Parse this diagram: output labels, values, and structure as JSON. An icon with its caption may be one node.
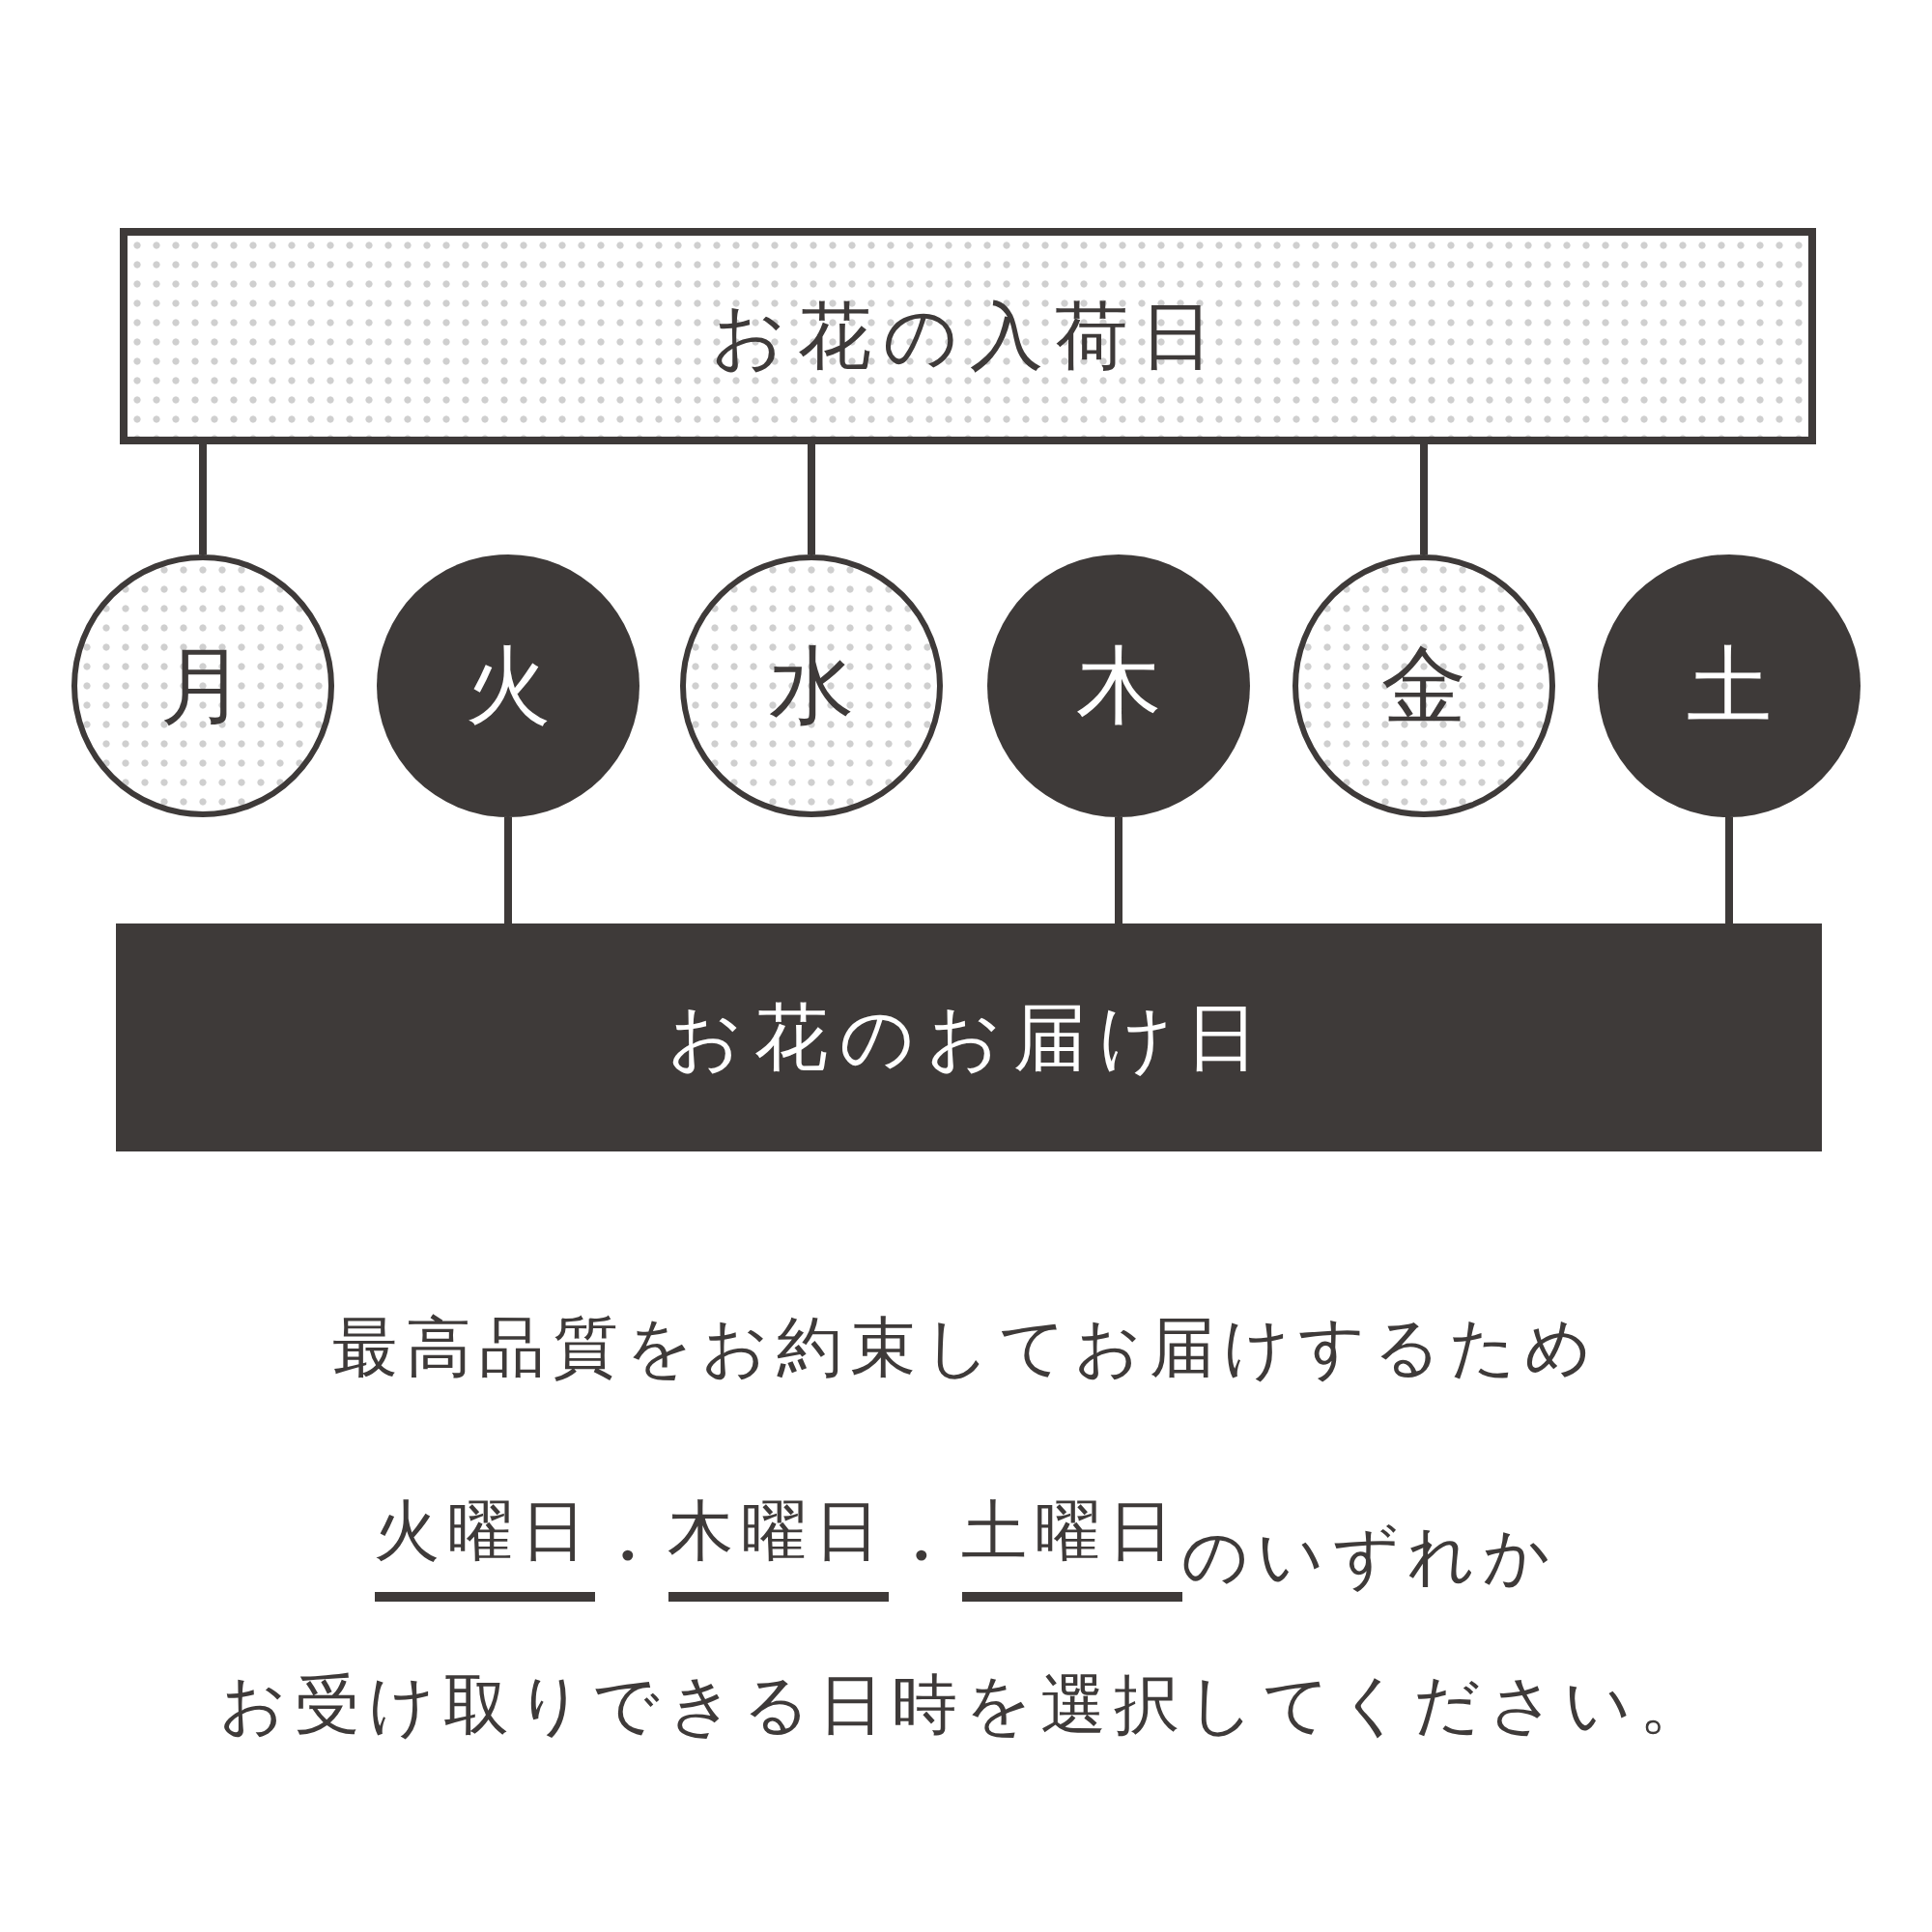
{
  "diagram": {
    "nodes": [
      {
        "text": [
          "お花の入荷日"
        ]
      },
      {
        "text": [
          "月"
        ]
      },
      {
        "text": [
          "火"
        ]
      },
      {
        "text": [
          "水"
        ]
      },
      {
        "text": [
          "木"
        ]
      },
      {
        "text": [
          "金"
        ]
      },
      {
        "text": [
          "土"
        ]
      },
      {
        "text": [
          "お花のお届け日"
        ]
      }
    ],
    "edges": [
      {
        "from": 0,
        "to": 1,
        "arrow": "none"
      },
      {
        "from": 0,
        "to": 3,
        "arrow": "none"
      },
      {
        "from": 0,
        "to": 5,
        "arrow": "none"
      },
      {
        "from": 2,
        "to": 7,
        "arrow": "none"
      },
      {
        "from": 4,
        "to": 7,
        "arrow": "none"
      },
      {
        "from": 6,
        "to": 7,
        "arrow": "none"
      }
    ],
    "labels": [
      "最高品質をお約束してお届けするため",
      "火曜日",
      "・",
      "木曜日",
      "・",
      "土曜日",
      "のいずれか",
      "お受け取りできる日時を選択してください。"
    ]
  }
}
